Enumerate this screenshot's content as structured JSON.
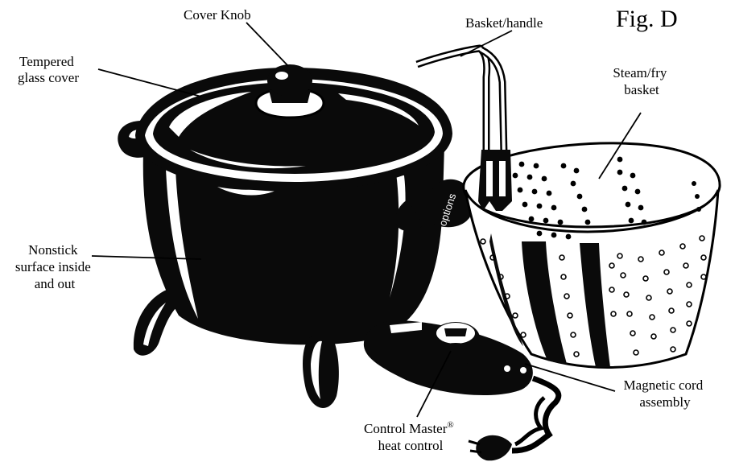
{
  "figure_label": "Fig. D",
  "labels": {
    "cover_knob": "Cover Knob",
    "tempered_glass_line1": "Tempered",
    "tempered_glass_line2": "glass cover",
    "basket_handle": "Basket/handle",
    "steam_fry_line1": "Steam/fry",
    "steam_fry_line2": "basket",
    "nonstick_line1": "Nonstick",
    "nonstick_line2": "surface inside",
    "nonstick_line3": "and out",
    "magnetic_line1": "Magnetic cord",
    "magnetic_line2": "assembly",
    "control_master_line1": "Control Master",
    "control_master_mark": "®",
    "control_master_line2": "heat control"
  },
  "product_badge": "options",
  "colors": {
    "ink": "#0a0a0a",
    "paper": "#ffffff"
  }
}
